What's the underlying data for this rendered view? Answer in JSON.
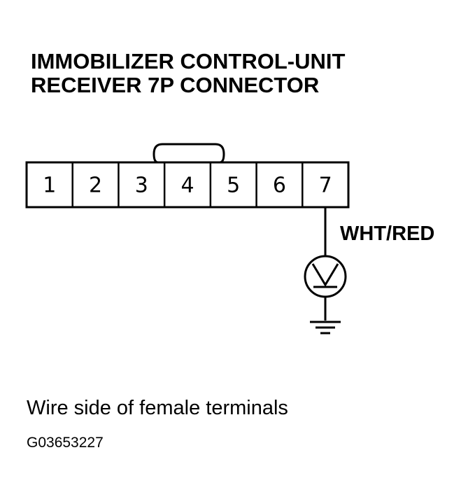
{
  "title": {
    "line1": "IMMOBILIZER CONTROL-UNIT",
    "line2": "RECEIVER 7P CONNECTOR"
  },
  "connector": {
    "pins": [
      "1",
      "2",
      "3",
      "4",
      "5",
      "6",
      "7"
    ]
  },
  "wire": {
    "label": "WHT/RED",
    "pin": "7"
  },
  "meter": {
    "symbol": "V"
  },
  "caption": "Wire side of female terminals",
  "figure_code": "G03653227"
}
